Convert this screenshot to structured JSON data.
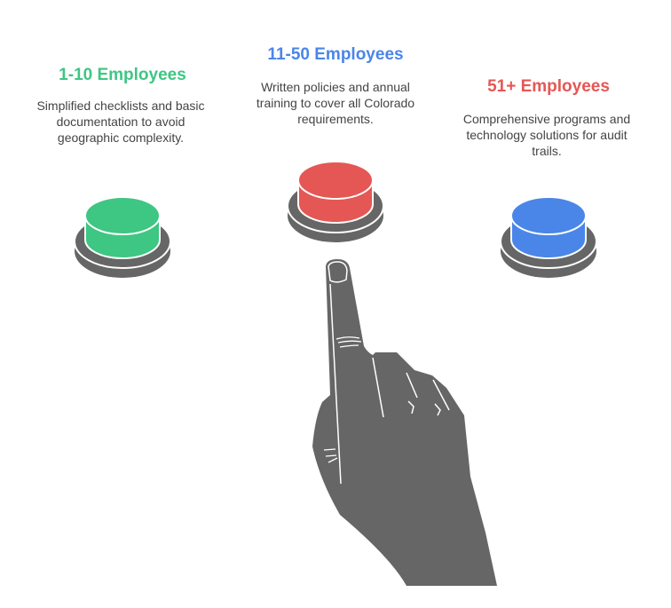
{
  "tiers": [
    {
      "title": "1-10 Employees",
      "description": "Simplified checklists and basic documentation to avoid geographic complexity.",
      "color": "#3ec683"
    },
    {
      "title": "11-50 Employees",
      "description": "Written policies and annual training to cover all Colorado requirements.",
      "color": "#4a86e8"
    },
    {
      "title": "51+ Employees",
      "description": "Comprehensive programs and technology solutions for audit trails.",
      "color": "#e55754"
    }
  ],
  "buttons": {
    "left": "#3ec683",
    "center": "#e55754",
    "right": "#4a86e8",
    "base": "#666666"
  }
}
